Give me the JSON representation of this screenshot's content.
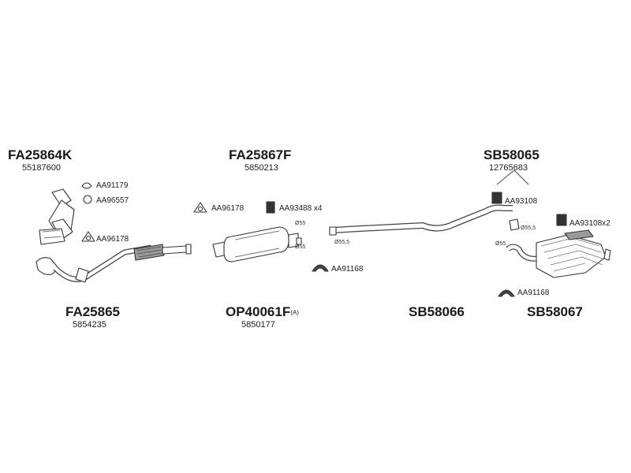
{
  "groups": [
    {
      "code": "FA25864K",
      "ref": "55187600"
    },
    {
      "code": "FA25867F",
      "ref": "5850213"
    },
    {
      "code": "SB58065",
      "ref": "12765683"
    },
    {
      "code": "FA25865",
      "ref": "5854235"
    },
    {
      "code": "OP40061F",
      "suffix": "(A)",
      "ref": "5850177"
    },
    {
      "code": "SB58066"
    },
    {
      "code": "SB58067"
    }
  ],
  "parts": {
    "p1": "AA91179",
    "p2": "AA96557",
    "p3": "AA96178",
    "p4": "AA96178",
    "p5": "AA93488 x4",
    "p6": "AA91168",
    "p7": "AA93108",
    "p8": "AA93108x2",
    "p9": "AA91168"
  },
  "dims": {
    "d1": "Ø55",
    "d2": "Ø55",
    "d3": "Ø55,5",
    "d4": "Ø55,5",
    "d5": "Ø55"
  },
  "colors": {
    "stroke": "#333333",
    "fill": "#ffffff",
    "shade": "#9a9a9a",
    "text": "#1a1a1a"
  }
}
